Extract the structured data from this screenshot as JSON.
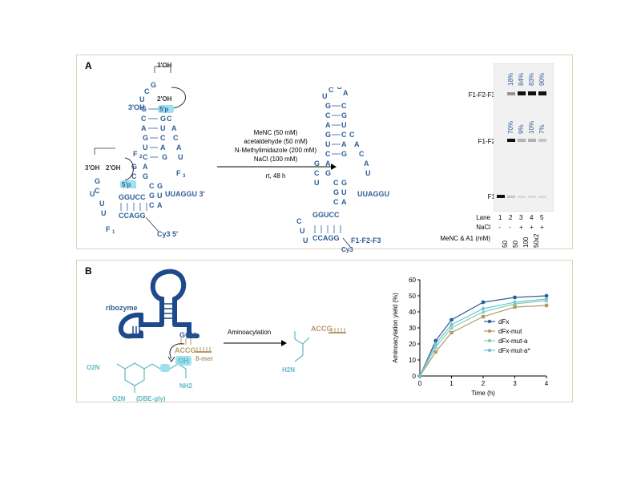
{
  "panel_a": {
    "label": "A",
    "left_structure": {
      "hairpin_top": "3'OH",
      "hairpin_top2": "2'OH",
      "phosphate_top": "5'p",
      "phosphate_left": "5'p",
      "left_3oh": "3'OH",
      "left_2oh": "2'OH",
      "f1": "F",
      "f2": "F",
      "f3": "F",
      "tail_3": "UUAGGU 3'",
      "cy3": "Cy3 5'",
      "stem_top": "GGUCC",
      "stem_bottom": "CCAGG"
    },
    "conditions": {
      "line1": "MeNC (50 mM)",
      "line2": "acetaldehyde (50 mM)",
      "line3": "N-Methylimidazole (200 mM)",
      "line4": "NaCl (100 mM)",
      "line5": "rt, 48 h"
    },
    "right_structure": {
      "tail": "UUAGGU",
      "product_label": "F1-F2-F3",
      "cy3": "Cy3",
      "stem_top": "GGUCC",
      "stem_bottom": "CCAGG"
    },
    "gel": {
      "band_labels": [
        "F1-F2-F3",
        "F1-F2",
        "F1"
      ],
      "top_percents": [
        "18%",
        "84%",
        "83%",
        "90%"
      ],
      "mid_percents": [
        "70%",
        "9%",
        "10%",
        "7%"
      ],
      "lane_label": "Lane",
      "lanes": [
        "1",
        "2",
        "3",
        "4",
        "5"
      ],
      "nacl_label": "NaCl",
      "nacl": [
        "-",
        "-",
        "+",
        "+",
        "+"
      ],
      "menc_label": "MeNC & A1 (mM)",
      "menc": [
        "50",
        "50",
        "100",
        "50x2"
      ]
    }
  },
  "panel_b": {
    "label": "B",
    "ribozyme_label": "ribozyme",
    "ggu": "GGU",
    "accg": "ACCG",
    "mer_label": "8-mer",
    "oh_label": "OH",
    "dbe_label": "(DBE-gly)",
    "no2_top": "O2N",
    "no2_bottom": "O2N",
    "nh2_label": "NH2",
    "arrow_label": "Aminoacylation",
    "product_accg": "ACCG",
    "product_nh2": "H2N"
  },
  "chart_data": {
    "type": "line",
    "xlabel": "Time (h)",
    "ylabel": "Aminoacylation yield (%)",
    "xlim": [
      0,
      4
    ],
    "ylim": [
      0,
      60
    ],
    "xticks": [
      0,
      1,
      2,
      3,
      4
    ],
    "yticks": [
      0,
      10,
      20,
      30,
      40,
      50,
      60
    ],
    "x": [
      0,
      0.5,
      1,
      2,
      3,
      4
    ],
    "series": [
      {
        "name": "dFx",
        "values": [
          0,
          22,
          35,
          46,
          49,
          50
        ],
        "color": "#2f5e97",
        "marker": "circle"
      },
      {
        "name": "dFx-mut",
        "values": [
          0,
          15,
          27,
          37,
          43,
          44
        ],
        "color": "#b39a6a",
        "marker": "square"
      },
      {
        "name": "dFx-mut-a",
        "values": [
          0,
          18,
          30,
          40,
          45,
          47
        ],
        "color": "#7fd0b6",
        "marker": "triangle"
      },
      {
        "name": "dFx-mut-a*",
        "values": [
          0,
          20,
          32,
          42,
          46,
          48
        ],
        "color": "#6cc3d6",
        "marker": "diamond"
      }
    ],
    "legend": "right"
  }
}
